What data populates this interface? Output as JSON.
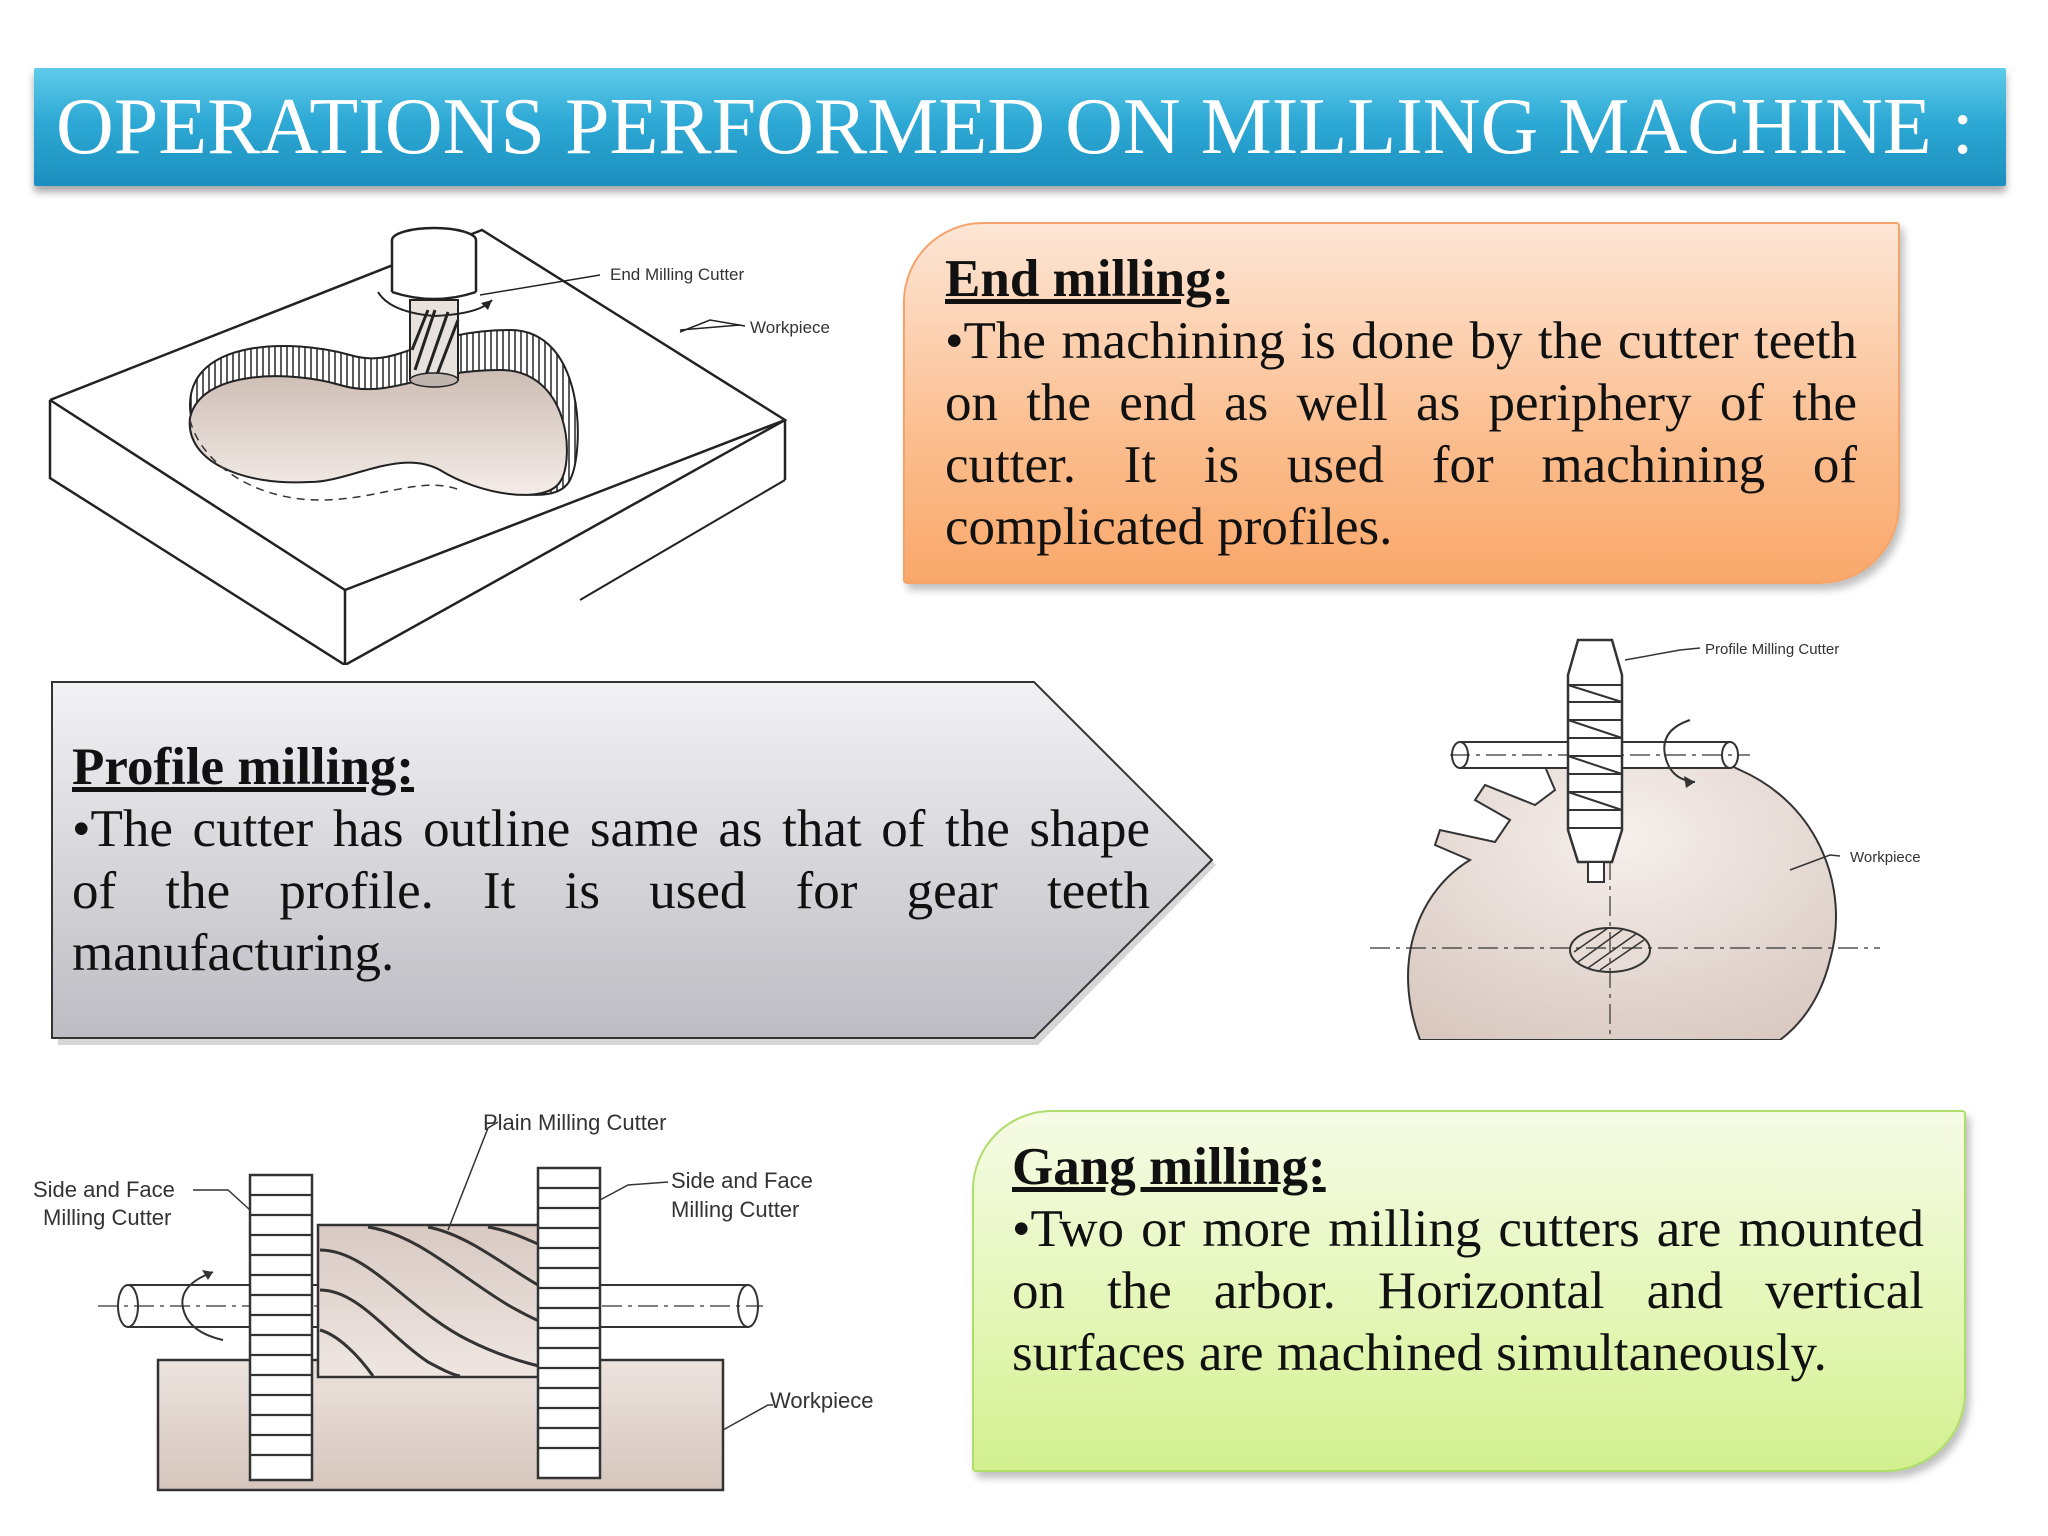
{
  "title": "OPERATIONS PERFORMED ON MILLING MACHINE :",
  "end_milling": {
    "heading": "End milling:",
    "text": "•The machining is done by the cutter teeth on the end as well as periphery of the cutter. It is used for machining of complicated profiles.",
    "labels": {
      "cutter": "End Milling Cutter",
      "workpiece": "Workpiece"
    }
  },
  "profile_milling": {
    "heading": "Profile milling:",
    "text": "•The cutter has outline same as that of the shape of the profile. It is used for gear teeth manufacturing.",
    "labels": {
      "cutter": "Profile Milling Cutter",
      "workpiece": "Workpiece"
    }
  },
  "gang_milling": {
    "heading": "Gang milling:",
    "text": "•Two or more milling cutters are mounted on the arbor. Horizontal and vertical surfaces are machined simultaneously.",
    "labels": {
      "plain_cutter": "Plain Milling Cutter",
      "side_face_left_1": "Side and Face",
      "side_face_left_2": "Milling Cutter",
      "side_face_right_1": "Side and Face",
      "side_face_right_2": "Milling Cutter",
      "workpiece": "Workpiece"
    }
  },
  "colors": {
    "title_bar": "#2ea9d5",
    "end_box": "#fbbd8e",
    "profile_box": "#d6d6da",
    "gang_box": "#e3f6b4"
  }
}
